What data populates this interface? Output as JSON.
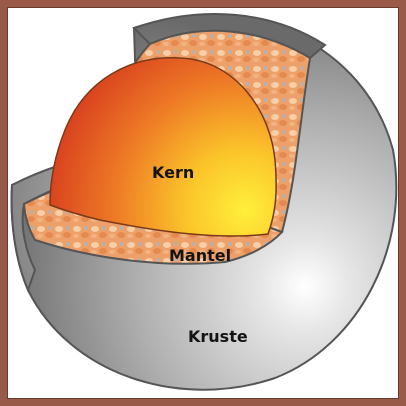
{
  "labels": {
    "core": "Kern",
    "mantle": "Mantel",
    "crust": "Kruste"
  },
  "colors": {
    "frame": "#9a5a4a",
    "crust_light": "#ffffff",
    "crust_dark": "#6e6e6e",
    "mantle_light": "#f5d0a8",
    "mantle_dark": "#e08040",
    "core_hot": "#ffe02a",
    "core_outer": "#d8401e"
  }
}
